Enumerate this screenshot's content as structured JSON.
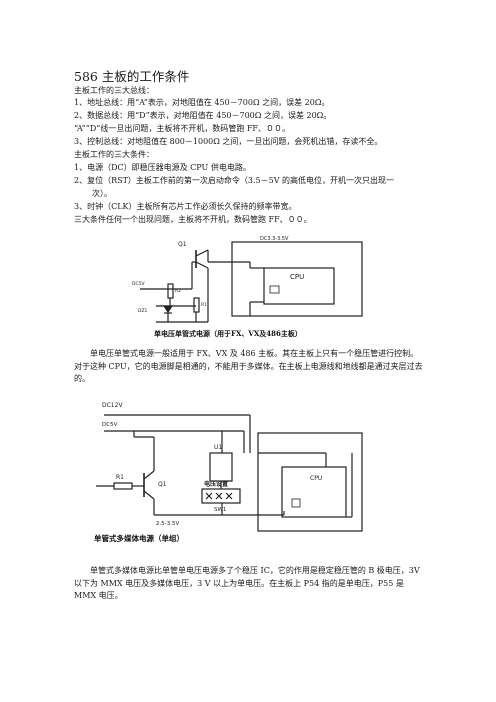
{
  "title": "586 主板的工作条件",
  "lines": [
    "主板工作的三大总线：",
    "1、地址总线：用“A”表示，对地阻值在 450－700Ω 之间，误差 20Ω。",
    "2、数据总线：用“D”表示，对地阻值在 450－700Ω 之间，误差 20Ω。",
    "“A”“D”线一旦出问题，主板将不开机，数码管跑 FF、００。",
    "3、控制总线：对地阻值在 800－1000Ω 之间，一旦出问题，会死机出错，存读不全。",
    "主板工作的三大条件：",
    "1、电源（DC）即稳压器电源及 CPU 供电电路。",
    "2、复位（RST）主板工作前的第一次启动命令（3.5－5V 的高低电位，开机一次只出现一",
    "次）。",
    "3、时钟（CLK）主板所有芯片工作必须长久保持的频率带宽。",
    "三大条件任何一个出现问题，主板将不开机，数码管跑 FF、００。"
  ],
  "diagram1": {
    "dc_label": "DC3.3-3.5V",
    "cpu_label": "CPU",
    "q1_label": "Q1",
    "dc5v_label": "DC5V",
    "r2_label": "R2",
    "r1_label": "R1",
    "dz1_label": "DZ1",
    "caption": "单电压单管式电源（用于FX、VX及486主板）"
  },
  "para1": "单电压单管式电源一般适用于 FX、VX 及 486 主板。其在主板上只有一个稳压管进行控制。对于这种 CPU，它的电源脚是相通的，不能用于多媒体。在主板上电源线和地线都是通过夹层过去的。",
  "diagram2": {
    "dc12v_label": "DC12V",
    "dc5v_label": "DC5V",
    "u1_label": "U1",
    "r1_label": "R1",
    "q1_label": "Q1",
    "switch_label": "电压设置",
    "sw_label": "SW1",
    "cpu_label": "CPU",
    "volt_label": "2.5-3.5V",
    "caption": "单管式多媒体电源（单组）"
  },
  "para2": "单管式多媒体电源比单管单电压电源多了个稳压 IC，它的作用是稳定稳压管的 B 极电压，3V 以下为 MMX 电压及多媒体电压，3 V 以上为单电压。在主板上 P54 指的是单电压，P55 是 MMX 电压。"
}
